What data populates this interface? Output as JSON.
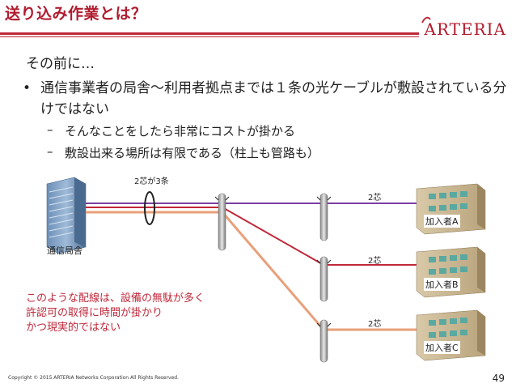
{
  "header": {
    "title": "送り込み作業とは？",
    "logo_text": "ARTERIA"
  },
  "content": {
    "intro": "その前に…",
    "bullet_symbol": "•",
    "bullet": "通信事業者の局舎～利用者拠点までは１条の光ケーブルが敷設されている分けではない",
    "dash_symbol": "–",
    "sub_bullets": [
      "そんなことをしたら非常にコストが掛かる",
      "敷設出来る場所は有限である（柱上も管路も）"
    ]
  },
  "diagram": {
    "bundle_label": "2芯が3条",
    "office_label": "通信局舎",
    "cores_a": "2芯",
    "cores_b": "2芯",
    "cores_c": "2芯",
    "subscriber_a": "加入者A",
    "subscriber_b": "加入者B",
    "subscriber_c": "加入者C",
    "warning": [
      "このような配線は、設備の無駄が多く",
      "許認可の取得に時間が掛かり",
      "かつ現実的ではない"
    ],
    "colors": {
      "line_a": "#7a3fa0",
      "line_b": "#c0283a",
      "line_c": "#e8a07a"
    }
  },
  "footer": {
    "copyright": "Copyright © 2015 ARTERIA Networks Corporation All Rights Reserved.",
    "page_number": "49"
  }
}
